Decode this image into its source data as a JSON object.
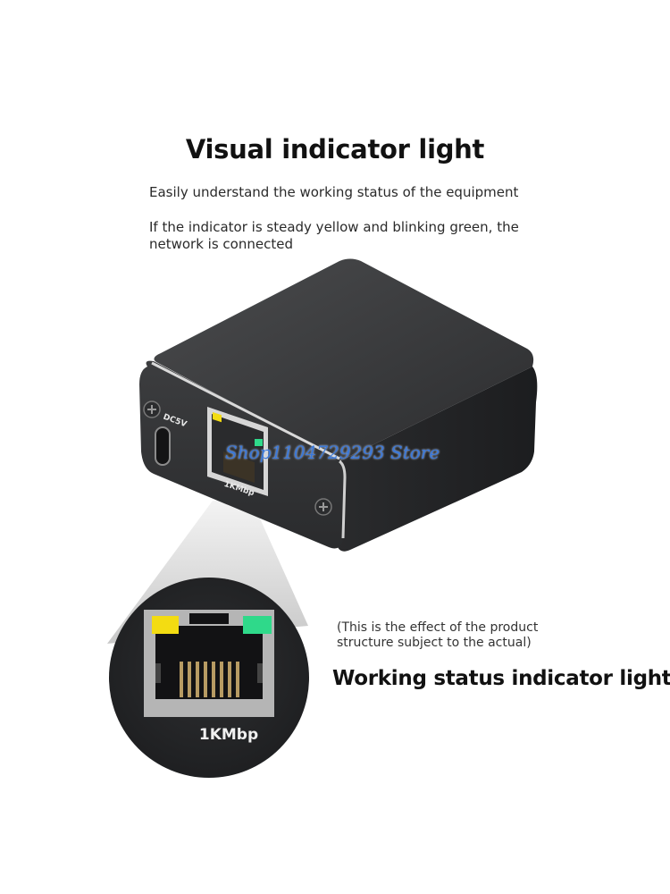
{
  "header": {
    "title": "Visual indicator light",
    "line1": "Easily understand the working status of the equipment",
    "line2": "If the indicator is steady yellow and blinking green, the network is connected"
  },
  "device": {
    "dc_label": "DC5V",
    "port_label": "1KMbp",
    "watermark": "Shop1104729293 Store"
  },
  "zoom_view": {
    "port_label": "1KMbp",
    "led_left_color": "#f3dc12",
    "led_right_color": "#2fd98a"
  },
  "caption": {
    "note": "(This is the effect of the product structure subject to the actual)",
    "subtitle": "Working status indicator light"
  }
}
